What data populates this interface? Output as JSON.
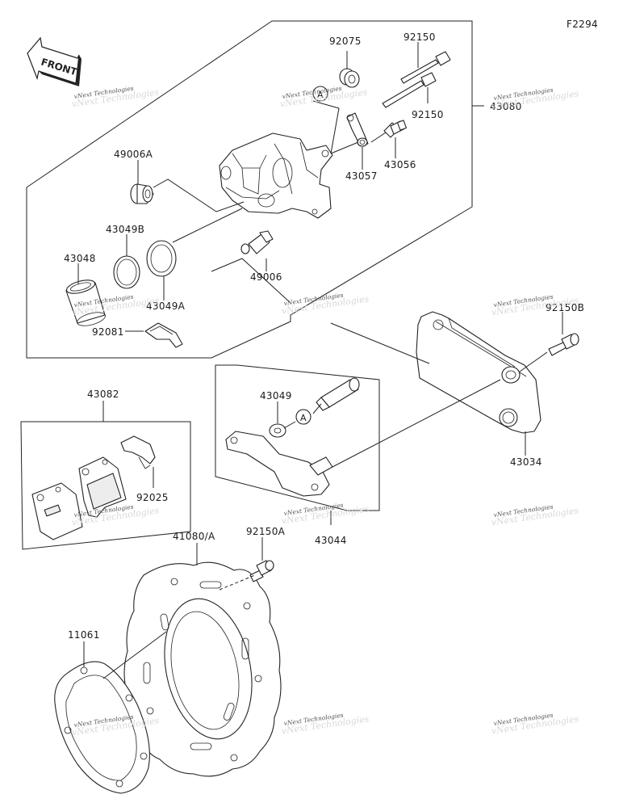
{
  "diagram": {
    "code": "F2294",
    "front_label": "FRONT",
    "watermark": "vNext Technologies",
    "callouts": {
      "a1": "A",
      "a2": "A"
    },
    "parts": {
      "p92075": "92075",
      "p92150_top": "92150",
      "p92150_mid": "92150",
      "p43080": "43080",
      "p49006A": "49006A",
      "p43057": "43057",
      "p43056": "43056",
      "p43049B": "43049B",
      "p43048": "43048",
      "p49006": "49006",
      "p43049A": "43049A",
      "p92081": "92081",
      "p92150B": "92150B",
      "p43082": "43082",
      "p43049": "43049",
      "p43034": "43034",
      "p92025": "92025",
      "p43044": "43044",
      "p41080A": "41080/A",
      "p92150A": "92150A",
      "p11061": "11061"
    }
  }
}
